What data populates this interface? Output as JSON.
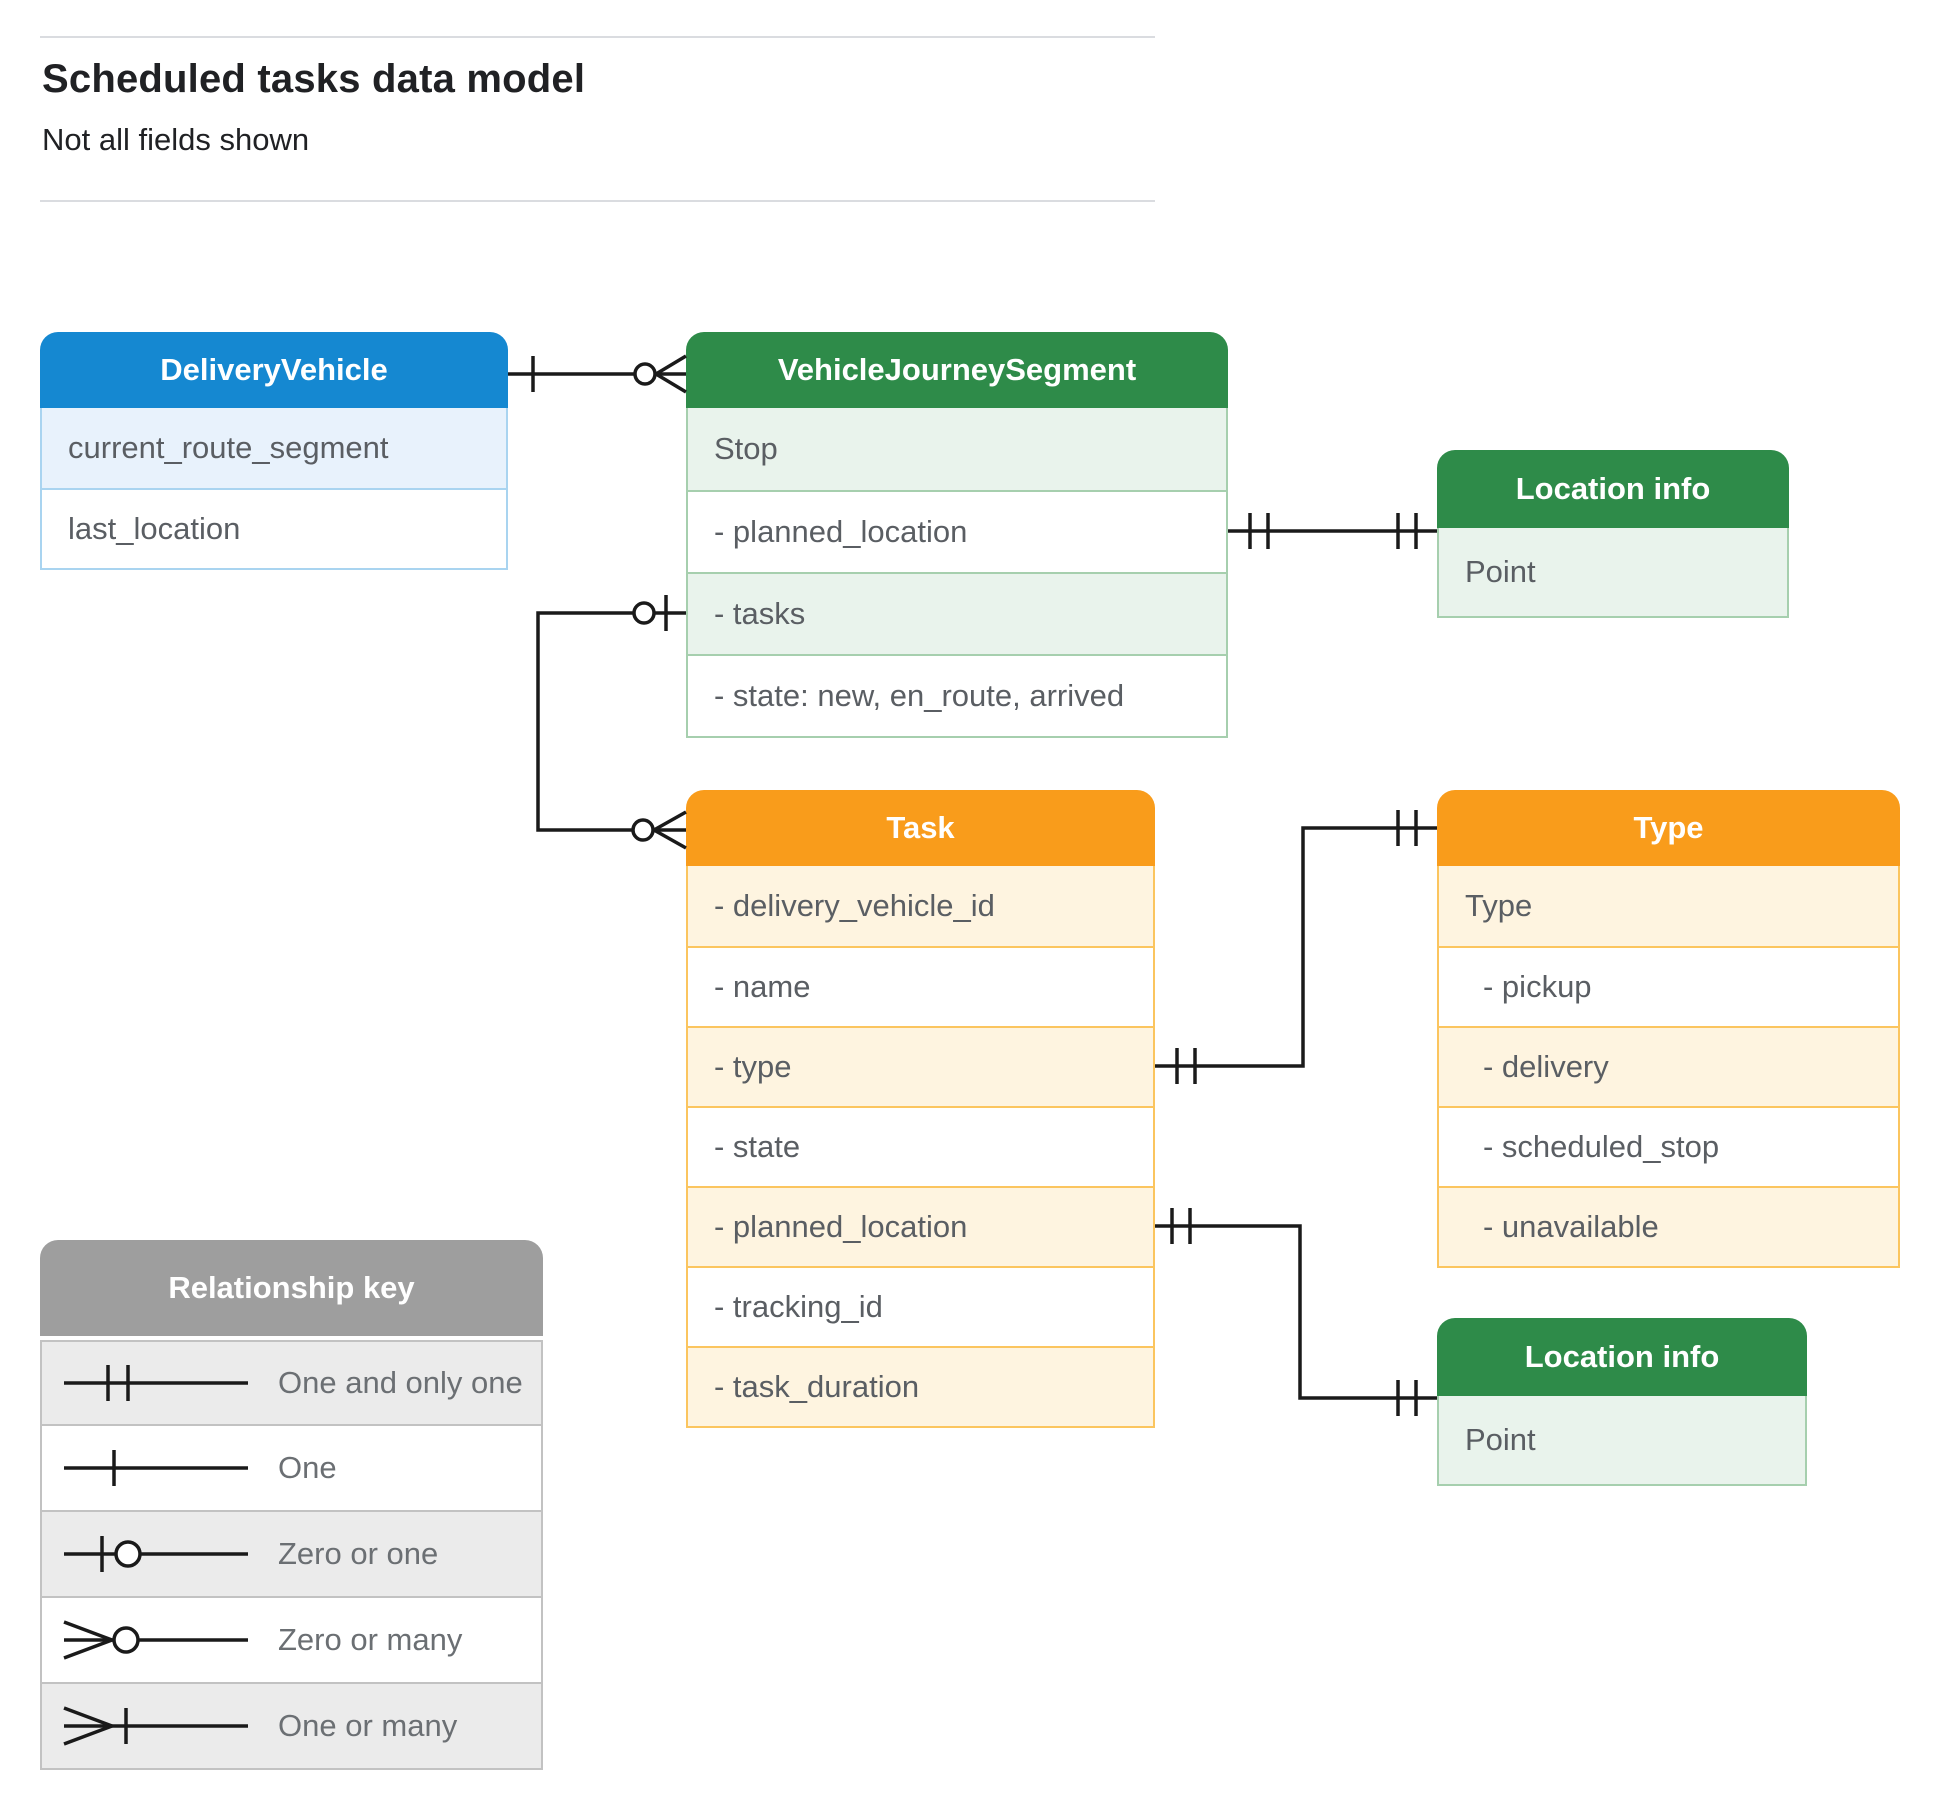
{
  "header": {
    "title": "Scheduled tasks data model",
    "subtitle": "Not all fields shown"
  },
  "entities": [
    {
      "key": "delivery-vehicle",
      "title": "DeliveryVehicle",
      "theme": "blue",
      "fields": [
        "current_route_segment",
        "last_location"
      ]
    },
    {
      "key": "vehicle-journey-segment",
      "title": "VehicleJourneySegment",
      "theme": "green",
      "fields": [
        "Stop",
        "- planned_location",
        "- tasks",
        "- state: new, en_route, arrived"
      ]
    },
    {
      "key": "location-info-top",
      "title": "Location info",
      "theme": "green",
      "fields": [
        "Point"
      ]
    },
    {
      "key": "task",
      "title": "Task",
      "theme": "orange",
      "fields": [
        "- delivery_vehicle_id",
        "- name",
        "- type",
        "- state",
        "- planned_location",
        "- tracking_id",
        "- task_duration"
      ]
    },
    {
      "key": "type",
      "title": "Type",
      "theme": "orange",
      "fields": [
        "Type",
        "- pickup",
        "- delivery",
        "- scheduled_stop",
        "- unavailable"
      ]
    },
    {
      "key": "location-info-bottom",
      "title": "Location info",
      "theme": "green",
      "fields": [
        "Point"
      ]
    }
  ],
  "relationships": [
    {
      "from": "DeliveryVehicle",
      "to": "VehicleJourneySegment",
      "from_cardinality": "one",
      "to_cardinality": "zero-or-many"
    },
    {
      "from": "VehicleJourneySegment.planned_location",
      "to": "Location info (top)",
      "from_cardinality": "one-and-only-one",
      "to_cardinality": "one-and-only-one"
    },
    {
      "from": "VehicleJourneySegment.tasks",
      "to": "Task",
      "from_cardinality": "zero-or-one",
      "to_cardinality": "zero-or-many"
    },
    {
      "from": "Task.type",
      "to": "Type",
      "from_cardinality": "one-and-only-one",
      "to_cardinality": "one-and-only-one"
    },
    {
      "from": "Task.planned_location",
      "to": "Location info (bottom)",
      "from_cardinality": "one-and-only-one",
      "to_cardinality": "one-and-only-one"
    }
  ],
  "legend": {
    "title": "Relationship key",
    "items": [
      {
        "symbol": "one-and-only-one-symbol",
        "label": "One and only one"
      },
      {
        "symbol": "one-symbol",
        "label": "One"
      },
      {
        "symbol": "zero-or-one-symbol",
        "label": "Zero or one"
      },
      {
        "symbol": "zero-or-many-symbol",
        "label": "Zero or many"
      },
      {
        "symbol": "one-or-many-symbol",
        "label": "One or many"
      }
    ]
  },
  "colors": {
    "blue_header": "#1588d1",
    "green_header": "#2e8b49",
    "orange_header": "#f99c1b",
    "gray_header": "#9e9e9e",
    "row_text": "#5a5e63",
    "connector": "#1a1a1a"
  }
}
